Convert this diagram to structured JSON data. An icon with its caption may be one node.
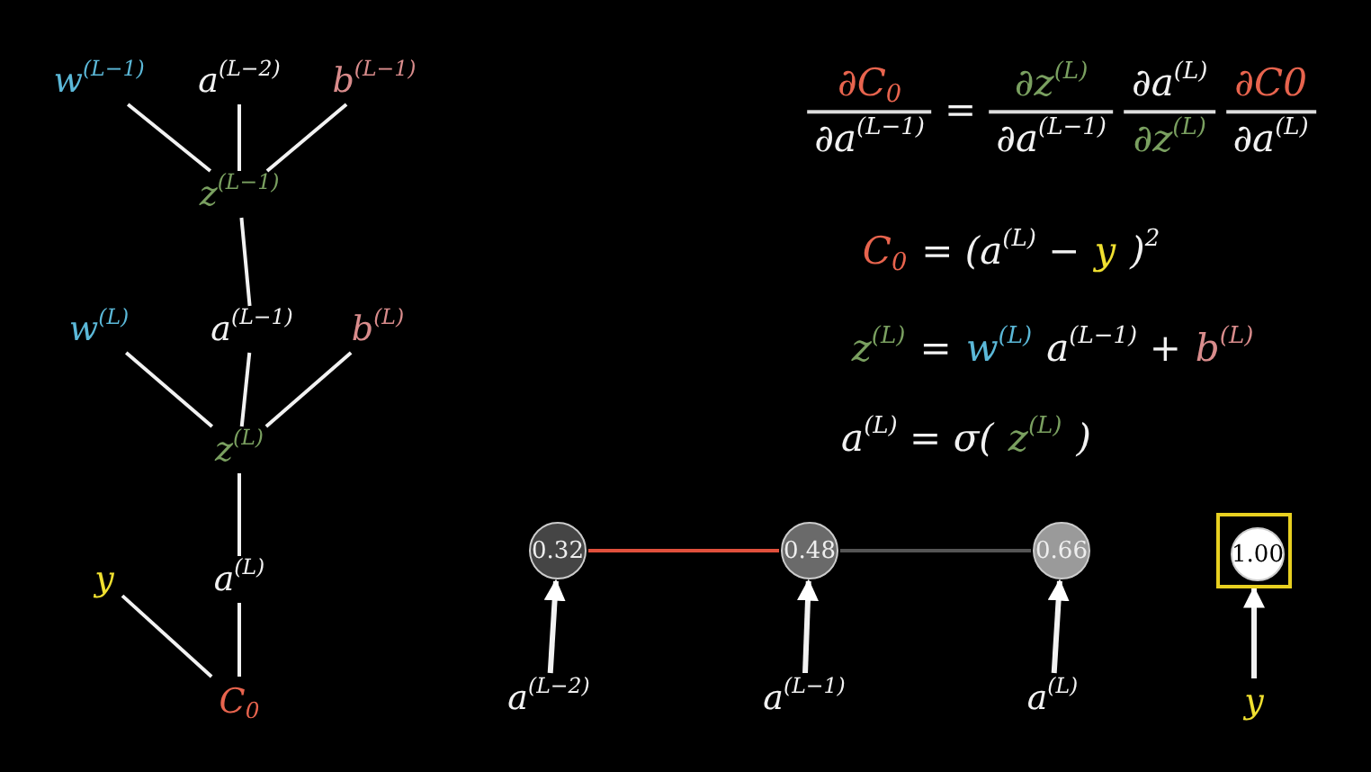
{
  "diagram": {
    "nodes": [
      {
        "text": [
          "w$^{(L−1)}$"
        ]
      },
      {
        "text": [
          "a$^{(L−2)}$"
        ]
      },
      {
        "text": [
          "b$^{(L−1)}$"
        ]
      },
      {
        "text": [
          "z$^{(L−1)}$"
        ]
      },
      {
        "text": [
          "w$^{(L)}$"
        ]
      },
      {
        "text": [
          "a$^{(L−1)}$"
        ]
      },
      {
        "text": [
          "b$^{(L)}$"
        ]
      },
      {
        "text": [
          "z$^{(L)}$"
        ]
      },
      {
        "text": [
          "y"
        ]
      },
      {
        "text": [
          "a$^{(L)}$"
        ]
      },
      {
        "text": [
          "C$_{0}$"
        ]
      },
      {
        "text": [
          "0.32"
        ]
      },
      {
        "text": [
          "0.48"
        ]
      },
      {
        "text": [
          "0.66"
        ]
      },
      {
        "text": [],
        "shape": "box"
      },
      {
        "text": [
          "1.00"
        ],
        "in": 14
      },
      {
        "text": [
          "a$^{(L−2)}$"
        ]
      },
      {
        "text": [
          "a$^{(L−1)}$"
        ]
      },
      {
        "text": [
          "a$^{(L)}$"
        ]
      },
      {
        "text": [
          "y"
        ]
      }
    ],
    "edges": [
      {
        "from": 0,
        "to": 3,
        "arrow": "none"
      },
      {
        "from": 1,
        "to": 3,
        "arrow": "none"
      },
      {
        "from": 2,
        "to": 3,
        "arrow": "none"
      },
      {
        "from": 3,
        "to": 5,
        "arrow": "none"
      },
      {
        "from": 4,
        "to": 7,
        "arrow": "none"
      },
      {
        "from": 5,
        "to": 7,
        "arrow": "none"
      },
      {
        "from": 6,
        "to": 7,
        "arrow": "none"
      },
      {
        "from": 7,
        "to": 9,
        "arrow": "none"
      },
      {
        "from": 8,
        "to": 10,
        "arrow": "none"
      },
      {
        "from": 9,
        "to": 10,
        "arrow": "none"
      },
      {
        "from": 11,
        "to": 12,
        "arrow": "none",
        "color": "#e0503c"
      },
      {
        "from": 12,
        "to": 13,
        "arrow": "none",
        "color": "#555555"
      },
      {
        "from": 16,
        "to": 11,
        "arrow": "to"
      },
      {
        "from": 17,
        "to": 12,
        "arrow": "to"
      },
      {
        "from": 18,
        "to": 13,
        "arrow": "to"
      },
      {
        "from": 19,
        "to": 14,
        "arrow": "to"
      }
    ],
    "labels": [
      "∂C$_{0}$",
      "∂a$^{(L−1)}$",
      "=",
      "∂z$^{(L)}$",
      "∂a$^{(L−1)}$",
      "∂a$^{(L)}$",
      "∂z$^{(L)}$",
      "∂C0",
      "∂a$^{(L)}$",
      "C$_{0}$",
      "= (a$^{(L)}$ −",
      "y",
      ")$^{2}$",
      "z$^{(L)}$",
      "=",
      "w$^{(L)}$",
      "a$^{(L−1)}$ +",
      "b$^{(L)}$",
      "a$^{(L)}$ = σ(",
      "z$^{(L)}$",
      ")"
    ]
  }
}
